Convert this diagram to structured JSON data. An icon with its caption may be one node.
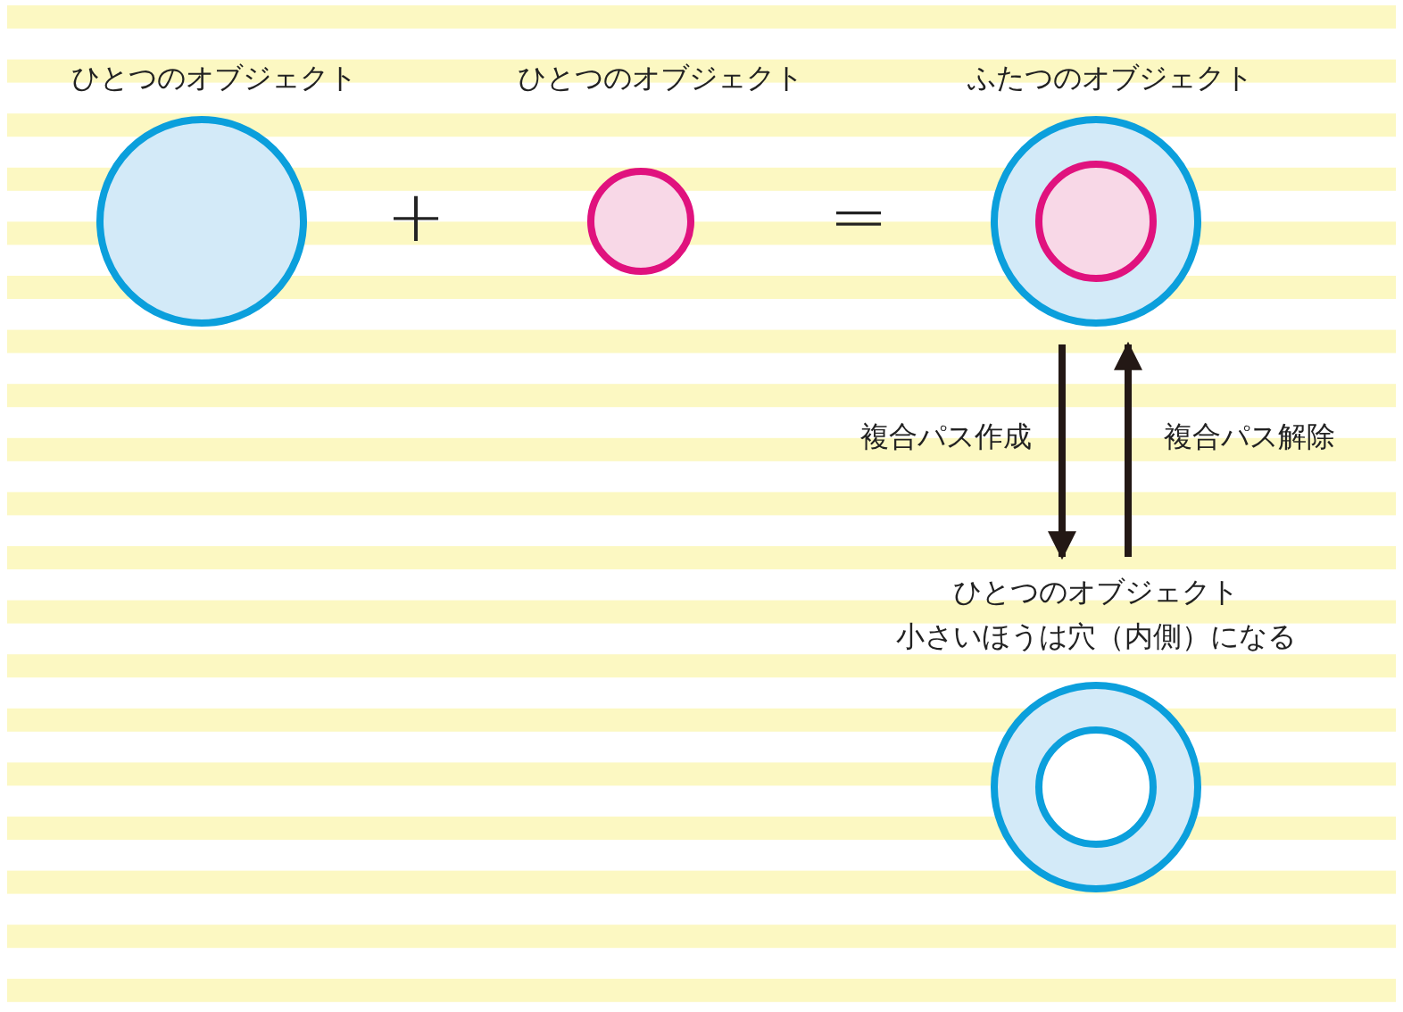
{
  "diagram": {
    "nodes": [
      {
        "text": [
          "ひとつのオブジェクト"
        ]
      },
      {
        "text": [
          "ひとつのオブジェクト"
        ]
      },
      {
        "text": [
          "ふたつのオブジェクト"
        ]
      },
      {
        "text": [],
        "shape": "circle",
        "in": 2
      },
      {
        "text": [
          "ひとつのオブジェクト",
          "小さいほうは穴（内側）になる"
        ]
      },
      {
        "text": [],
        "shape": "circle",
        "in": 4
      }
    ],
    "edges": [
      {
        "from": 2,
        "to": 4,
        "arrow": "to",
        "label": "複合パス作成"
      },
      {
        "from": 4,
        "to": 2,
        "arrow": "to",
        "label": "複合パス解除"
      }
    ],
    "labels": [
      "+",
      "="
    ]
  }
}
